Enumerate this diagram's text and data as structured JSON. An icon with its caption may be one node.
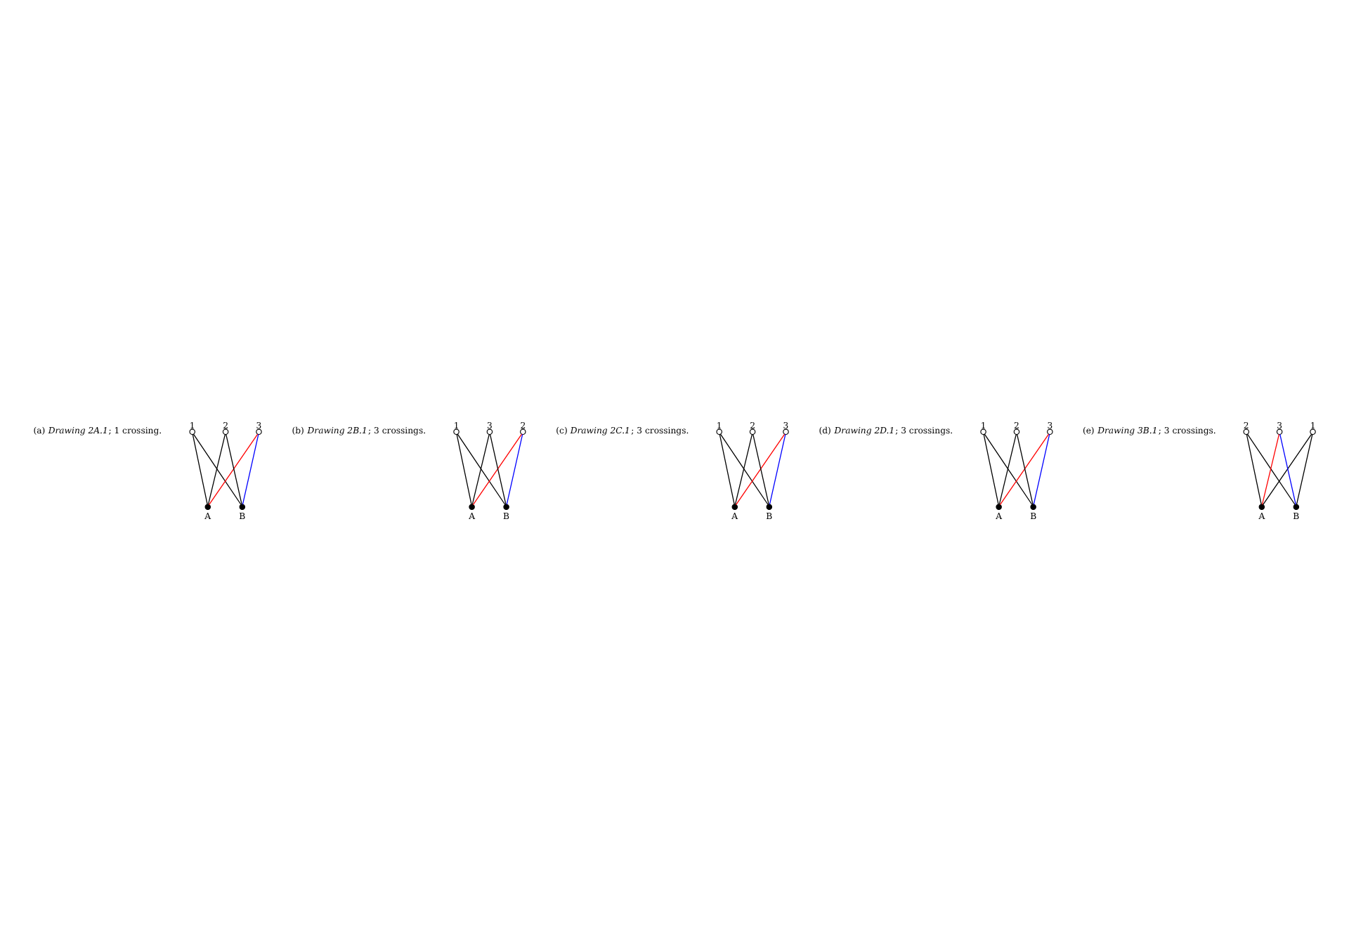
{
  "diagram": {
    "nodes": [
      {
        "text": [],
        "shape": "circle",
        "beside": [
          "1"
        ]
      },
      {
        "text": [],
        "shape": "circle",
        "beside": [
          "3"
        ]
      },
      {
        "text": [],
        "shape": "circle",
        "beside": [
          "2"
        ]
      },
      {
        "text": [],
        "shape": "circle",
        "beside": [
          "A"
        ]
      },
      {
        "text": [],
        "shape": "circle",
        "beside": [
          "B"
        ]
      },
      {
        "text": [],
        "shape": "circle",
        "beside": [
          "1"
        ]
      },
      {
        "text": [],
        "shape": "circle",
        "beside": [
          "2"
        ]
      },
      {
        "text": [],
        "shape": "circle",
        "beside": [
          "3"
        ]
      },
      {
        "text": [],
        "shape": "circle",
        "beside": [
          "A"
        ]
      },
      {
        "text": [],
        "shape": "circle",
        "beside": [
          "B"
        ]
      },
      {
        "text": [],
        "shape": "circle",
        "beside": [
          "1"
        ]
      },
      {
        "text": [],
        "shape": "circle",
        "beside": [
          "3"
        ]
      },
      {
        "text": [],
        "shape": "circle",
        "beside": [
          "2"
        ]
      },
      {
        "text": [],
        "shape": "circle",
        "beside": [
          "A"
        ]
      },
      {
        "text": [],
        "shape": "circle",
        "beside": [
          "B"
        ]
      },
      {
        "text": [],
        "shape": "circle",
        "beside": [
          "1"
        ]
      },
      {
        "text": [],
        "shape": "circle",
        "beside": [
          "3"
        ]
      },
      {
        "text": [],
        "shape": "circle",
        "beside": [
          "2"
        ]
      },
      {
        "text": [],
        "shape": "circle",
        "beside": [
          "A"
        ]
      },
      {
        "text": [],
        "shape": "circle",
        "beside": [
          "B"
        ]
      },
      {
        "text": [],
        "shape": "circle",
        "beside": [
          "2"
        ]
      },
      {
        "text": [],
        "shape": "circle",
        "beside": [
          "1"
        ]
      },
      {
        "text": [],
        "shape": "circle",
        "beside": [
          "3"
        ]
      },
      {
        "text": [],
        "shape": "circle",
        "beside": [
          "A"
        ]
      },
      {
        "text": [],
        "shape": "circle",
        "beside": [
          "B"
        ]
      }
    ],
    "edges": [
      {
        "from": 0,
        "to": 3,
        "arrow": "none"
      },
      {
        "from": 0,
        "to": 4,
        "arrow": "none"
      },
      {
        "from": 2,
        "to": 3,
        "arrow": "none"
      },
      {
        "from": 2,
        "to": 4,
        "arrow": "none"
      },
      {
        "from": 1,
        "to": 3,
        "arrow": "none",
        "color": "#ff0000"
      },
      {
        "from": 1,
        "to": 4,
        "arrow": "none",
        "color": "#0000ff"
      },
      {
        "from": 5,
        "to": 8,
        "arrow": "none"
      },
      {
        "from": 5,
        "to": 9,
        "arrow": "none"
      },
      {
        "from": 7,
        "to": 8,
        "arrow": "none"
      },
      {
        "from": 7,
        "to": 9,
        "arrow": "none"
      },
      {
        "from": 6,
        "to": 8,
        "arrow": "none",
        "color": "#ff0000"
      },
      {
        "from": 6,
        "to": 9,
        "arrow": "none",
        "color": "#0000ff"
      },
      {
        "from": 10,
        "to": 13,
        "arrow": "none"
      },
      {
        "from": 10,
        "to": 14,
        "arrow": "none"
      },
      {
        "from": 12,
        "to": 13,
        "arrow": "none"
      },
      {
        "from": 12,
        "to": 14,
        "arrow": "none"
      },
      {
        "from": 11,
        "to": 13,
        "arrow": "none",
        "color": "#ff0000"
      },
      {
        "from": 11,
        "to": 14,
        "arrow": "none",
        "color": "#0000ff"
      },
      {
        "from": 15,
        "to": 18,
        "arrow": "none"
      },
      {
        "from": 15,
        "to": 19,
        "arrow": "none"
      },
      {
        "from": 17,
        "to": 18,
        "arrow": "none"
      },
      {
        "from": 17,
        "to": 19,
        "arrow": "none"
      },
      {
        "from": 16,
        "to": 18,
        "arrow": "none",
        "color": "#ff0000"
      },
      {
        "from": 16,
        "to": 19,
        "arrow": "none",
        "color": "#0000ff"
      },
      {
        "from": 21,
        "to": 23,
        "arrow": "none"
      },
      {
        "from": 21,
        "to": 24,
        "arrow": "none"
      },
      {
        "from": 20,
        "to": 23,
        "arrow": "none"
      },
      {
        "from": 20,
        "to": 24,
        "arrow": "none"
      },
      {
        "from": 22,
        "to": 23,
        "arrow": "none",
        "color": "#ff0000"
      },
      {
        "from": 22,
        "to": 24,
        "arrow": "none",
        "color": "#0000ff"
      }
    ],
    "labels": [
      "(a) *Drawing 2A.1*; 1 crossing.",
      "(b) *Drawing 2B.1*; 3 crossings.",
      "(c) *Drawing 2C.1*; 3 crossings.",
      "(d) *Drawing 2D.1*; 3 crossings.",
      "(e) *Drawing 3B.1*; 3 crossings."
    ]
  }
}
